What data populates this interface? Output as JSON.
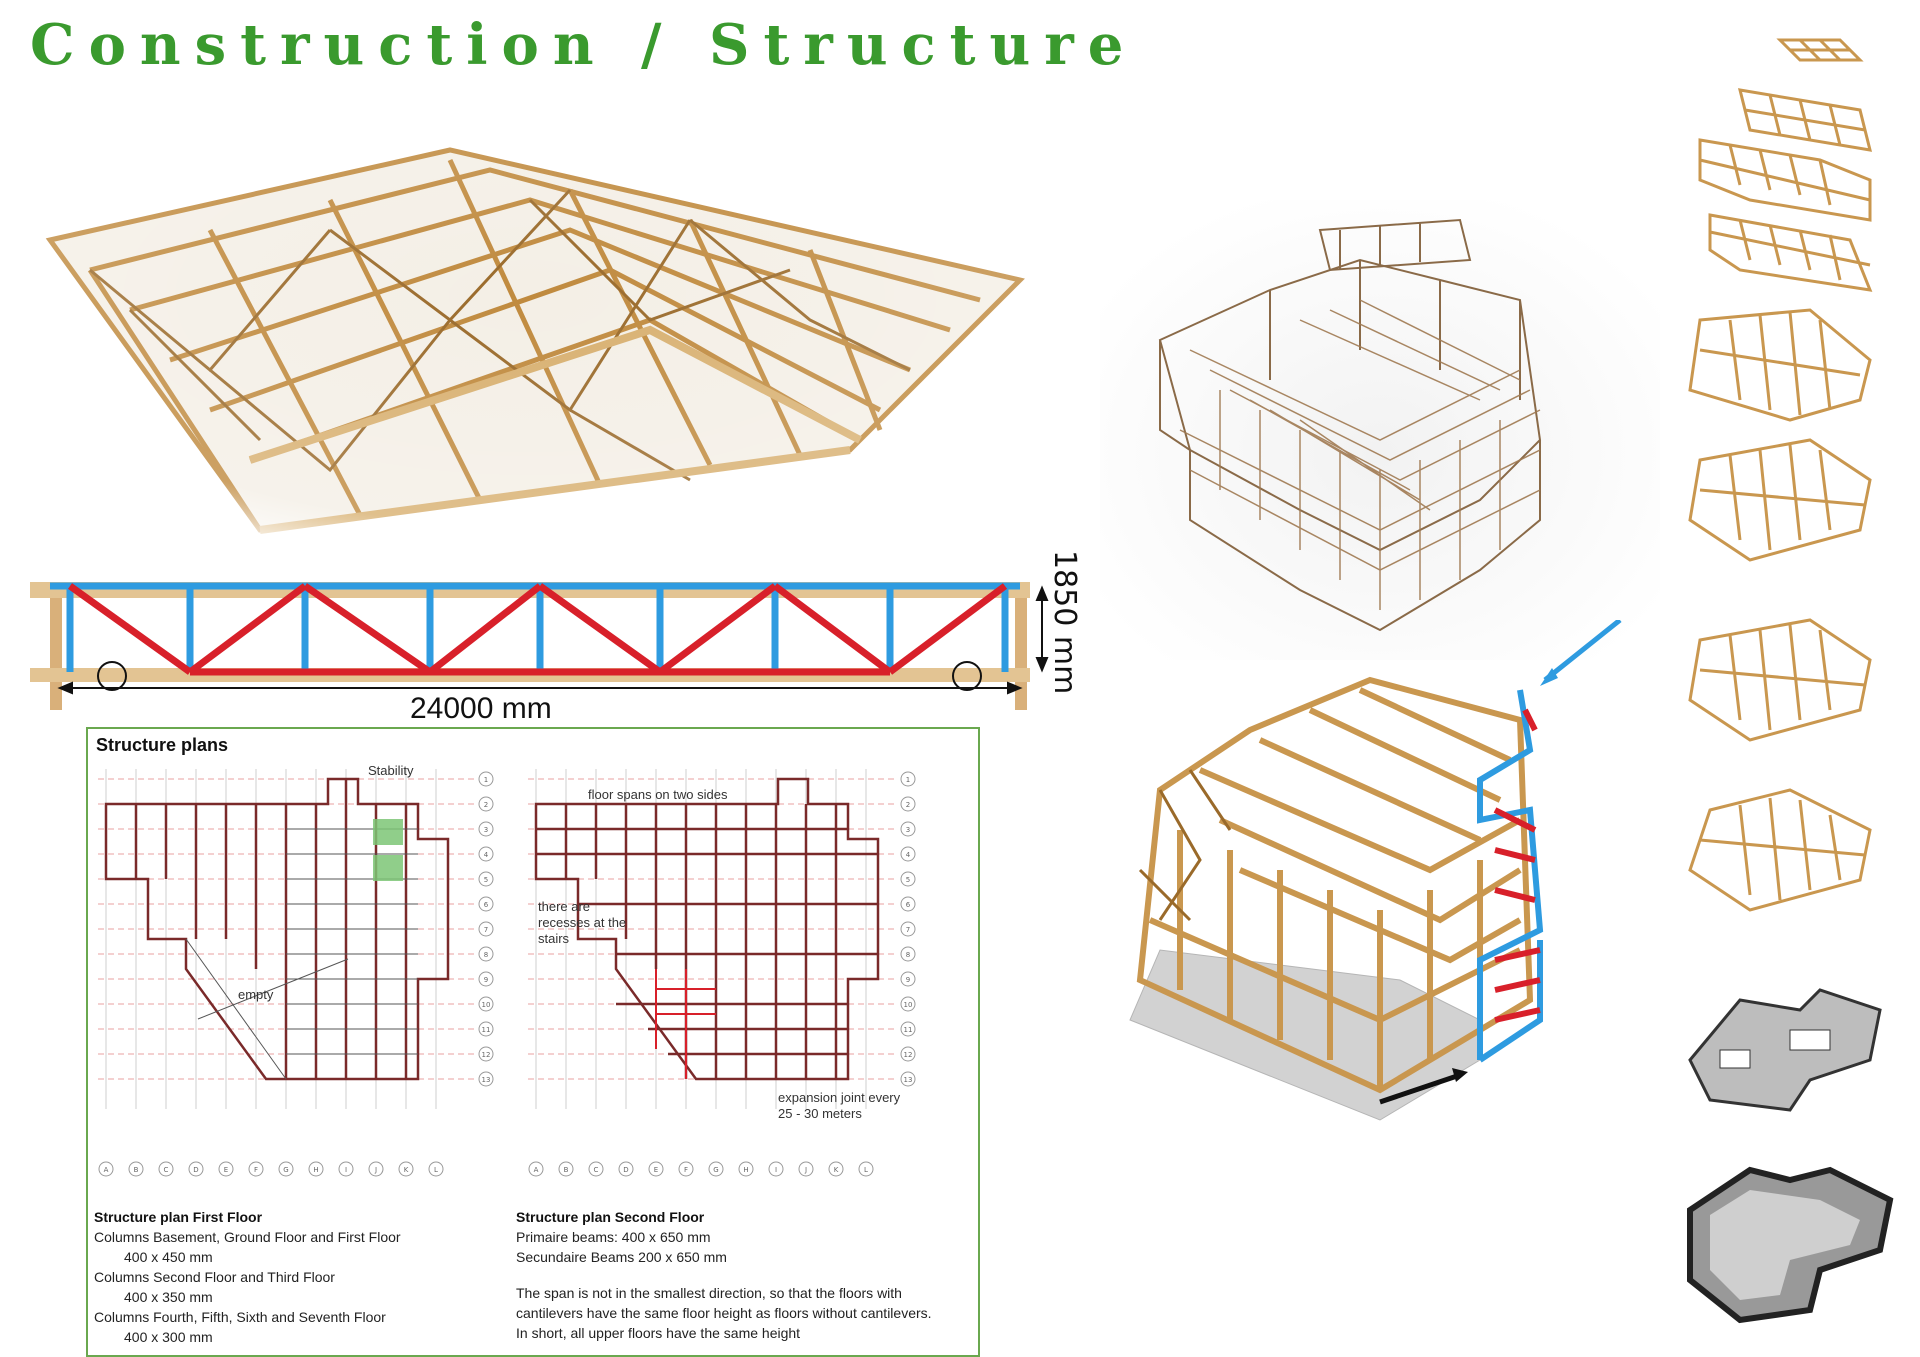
{
  "title": "Construction / Structure",
  "truss": {
    "span_label": "24000 mm",
    "height_label": "1850 mm",
    "colors": {
      "top_chord": "#2e9be0",
      "diagonal": "#d8202a",
      "timber": "#d9b07a"
    }
  },
  "plans": {
    "heading": "Structure plans",
    "first_floor_labels": {
      "stability": "Stability",
      "empty": "empty"
    },
    "second_floor_labels": {
      "floor_spans": "floor spans on two sides",
      "recesses": [
        "there are",
        "recesses at the",
        "stairs"
      ],
      "expansion": [
        "expansion joint every",
        "25 - 30 meters"
      ]
    },
    "grid_numbers": [
      "1",
      "2",
      "3",
      "4",
      "5",
      "6",
      "7",
      "8",
      "9",
      "10",
      "11",
      "12",
      "13"
    ],
    "grid_letters": [
      "A",
      "B",
      "C",
      "D",
      "E",
      "F",
      "G",
      "H",
      "I",
      "J",
      "K",
      "L"
    ],
    "first_floor_notes": {
      "title": "Structure plan First Floor",
      "lines": [
        "Columns Basement, Ground Floor and First Floor",
        "400 x 450 mm",
        "Columns Second Floor and Third Floor",
        "400 x 350 mm",
        "Columns Fourth, Fifth, Sixth and Seventh Floor",
        "400 x 300 mm"
      ]
    },
    "second_floor_notes": {
      "title": "Structure plan Second Floor",
      "lines": [
        "Primaire beams: 400 x 650 mm",
        "Secundaire Beams 200 x 650 mm"
      ],
      "paragraph": [
        "The span is not in the smallest direction, so that the floors with",
        "cantilevers have the same floor height as floors without cantilevers.",
        "In short, all upper floors have the same height"
      ]
    }
  },
  "colors": {
    "title": "#3a9a2e",
    "timber": "#c9974f",
    "frame_border": "#6aa84f",
    "plan_line": "#7a2a2a",
    "grid": "#e39a9a"
  }
}
